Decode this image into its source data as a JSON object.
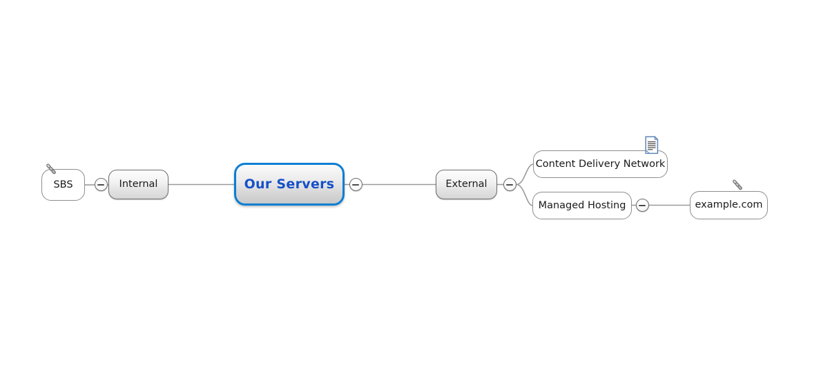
{
  "document": {
    "type": "mind-map",
    "background": "#ffffff",
    "accent_color": "#0a7ed4",
    "root_text_color": "#1550c8",
    "edge_color": "#9a9a9a",
    "node_border_color": "#8d8d8d"
  },
  "nodes": {
    "sbs": {
      "label": "SBS",
      "style": "plain",
      "icon": "link-icon"
    },
    "internal": {
      "label": "Internal",
      "style": "shaded"
    },
    "root": {
      "label": "Our Servers",
      "style": "root"
    },
    "external": {
      "label": "External",
      "style": "shaded"
    },
    "cdn": {
      "label": "Content Delivery Network",
      "style": "plain",
      "icon": "note-icon"
    },
    "managed": {
      "label": "Managed Hosting",
      "style": "plain"
    },
    "example": {
      "label": "example.com",
      "style": "plain",
      "icon": "link-icon"
    }
  },
  "toggles": {
    "internal": {
      "state": "expanded",
      "glyph": "minus"
    },
    "root": {
      "state": "expanded",
      "glyph": "minus"
    },
    "external": {
      "state": "expanded",
      "glyph": "minus"
    },
    "managed": {
      "state": "expanded",
      "glyph": "minus"
    }
  },
  "icons": {
    "link": "link-icon",
    "note": "note-icon"
  }
}
